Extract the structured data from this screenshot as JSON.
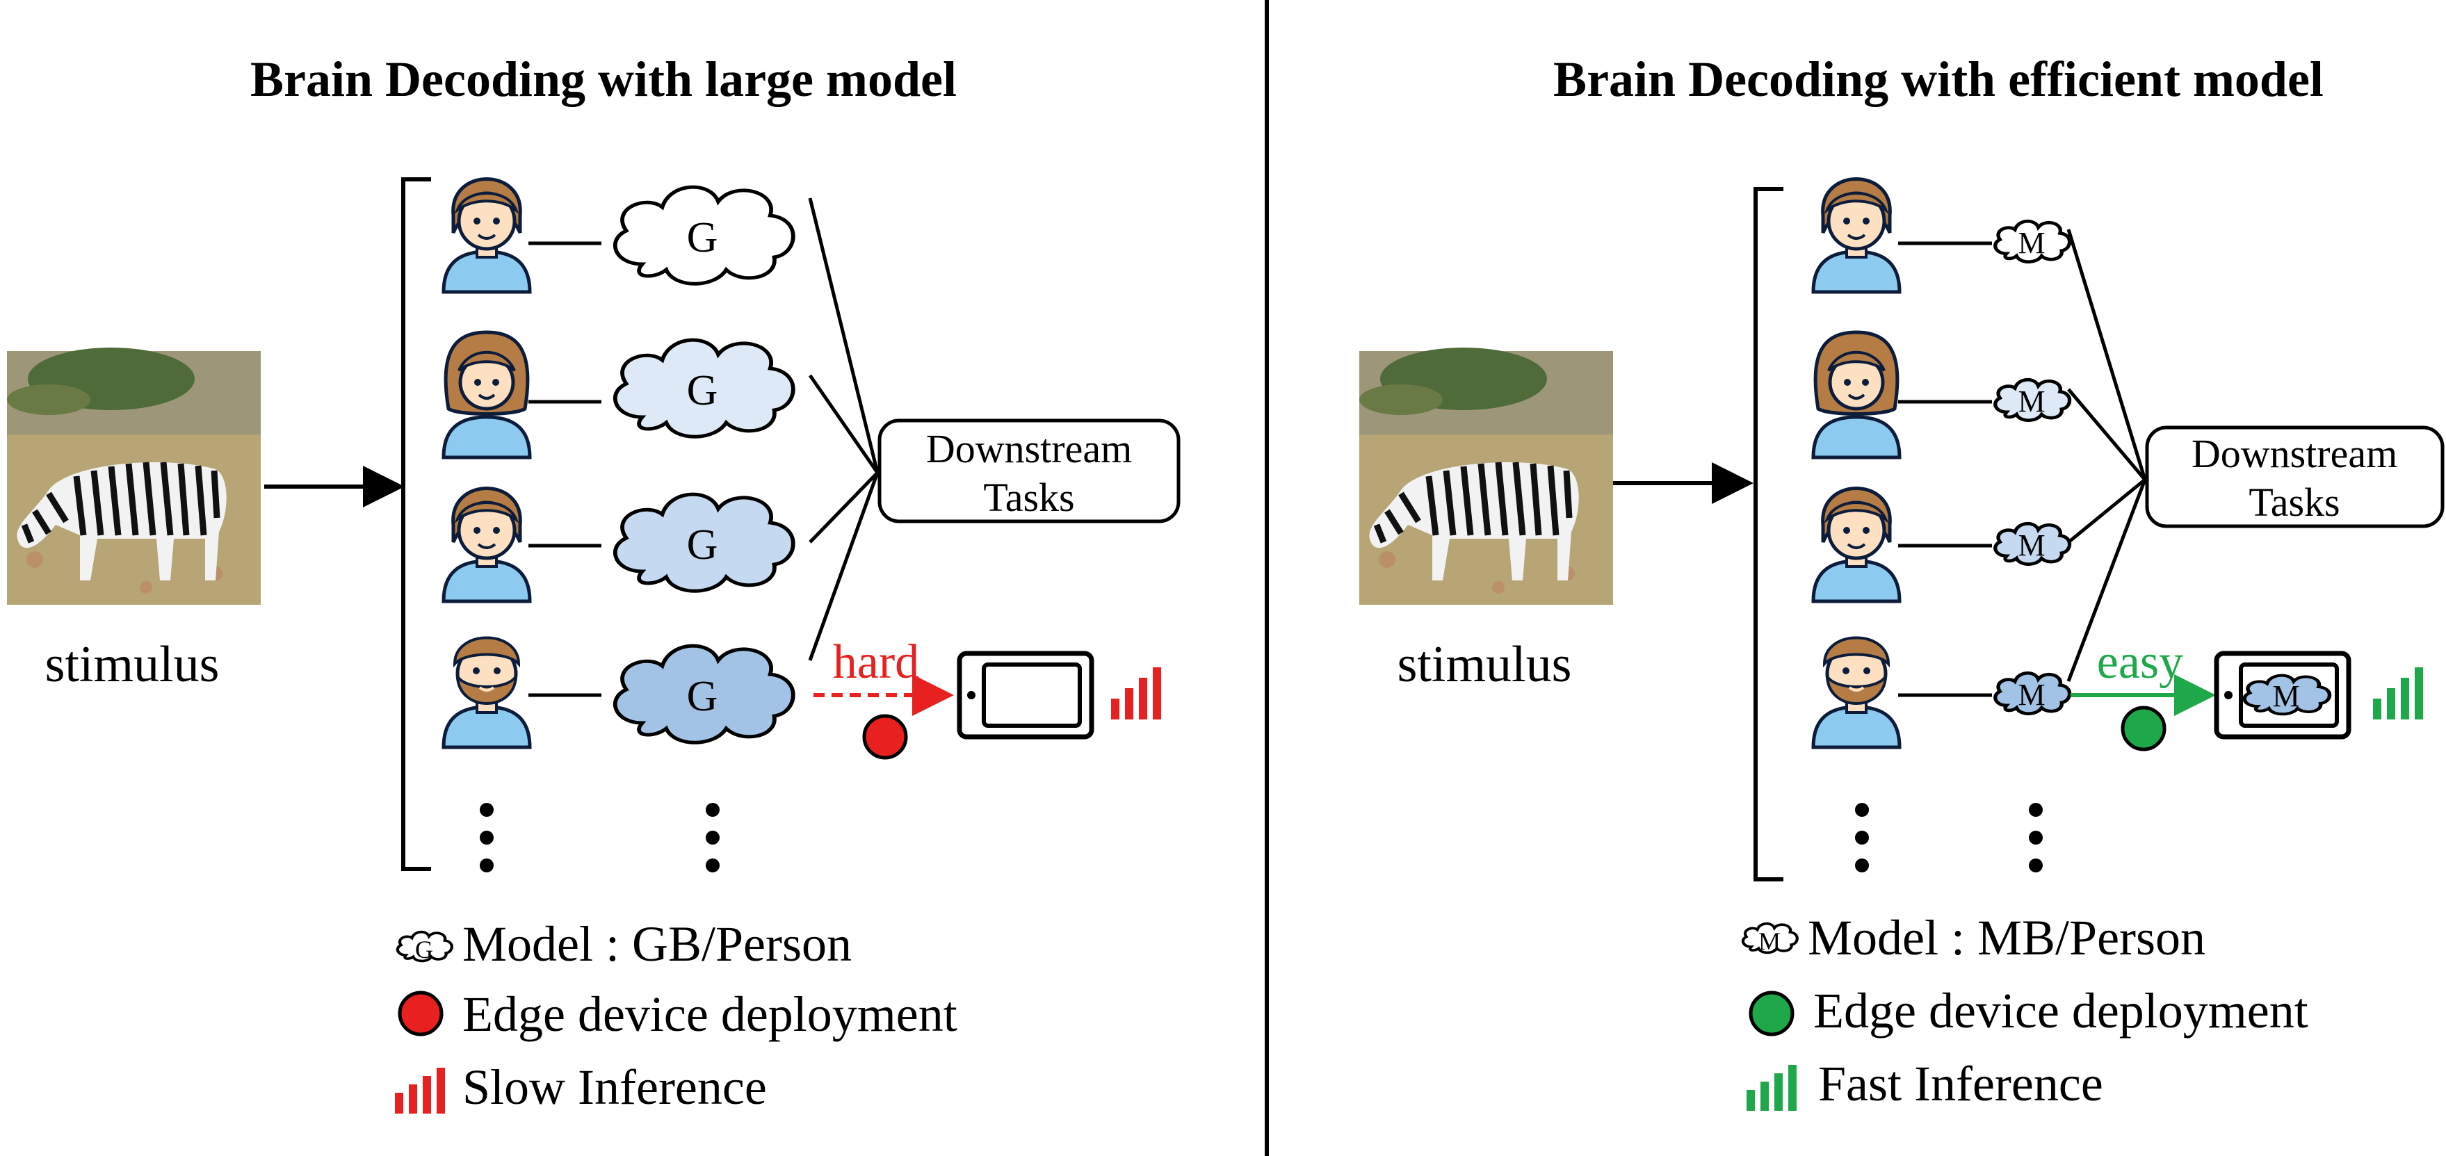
{
  "left_panel": {
    "title": "Brain Decoding with large model",
    "stimulus_label": "stimulus",
    "cloud_letter": "G",
    "downstream_line1": "Downstream",
    "downstream_line2": "Tasks",
    "arrow_label": "hard",
    "legend": {
      "model": "Model : GB/Person",
      "deploy": "Edge device deployment",
      "inference": "Slow Inference"
    }
  },
  "right_panel": {
    "title": "Brain Decoding with efficient model",
    "stimulus_label": "stimulus",
    "cloud_letter": "M",
    "downstream_line1": "Downstream",
    "downstream_line2": "Tasks",
    "arrow_label": "easy",
    "legend": {
      "model": "Model : MB/Person",
      "deploy": "Edge device deployment",
      "inference": "Fast Inference"
    }
  },
  "colors": {
    "hard": "#e8201f",
    "easy": "#1fa84a",
    "cloud_fills": [
      "#ffffff",
      "#dde9f6",
      "#c5daf0",
      "#a2c3e5"
    ],
    "skin": "#fde0c2",
    "hair": "#b57d45",
    "shirt": "#8ccbef"
  },
  "icons": [
    "person-icon",
    "cloud-model-icon",
    "phone-icon",
    "signal-bars-icon",
    "zebra-stimulus-image"
  ]
}
